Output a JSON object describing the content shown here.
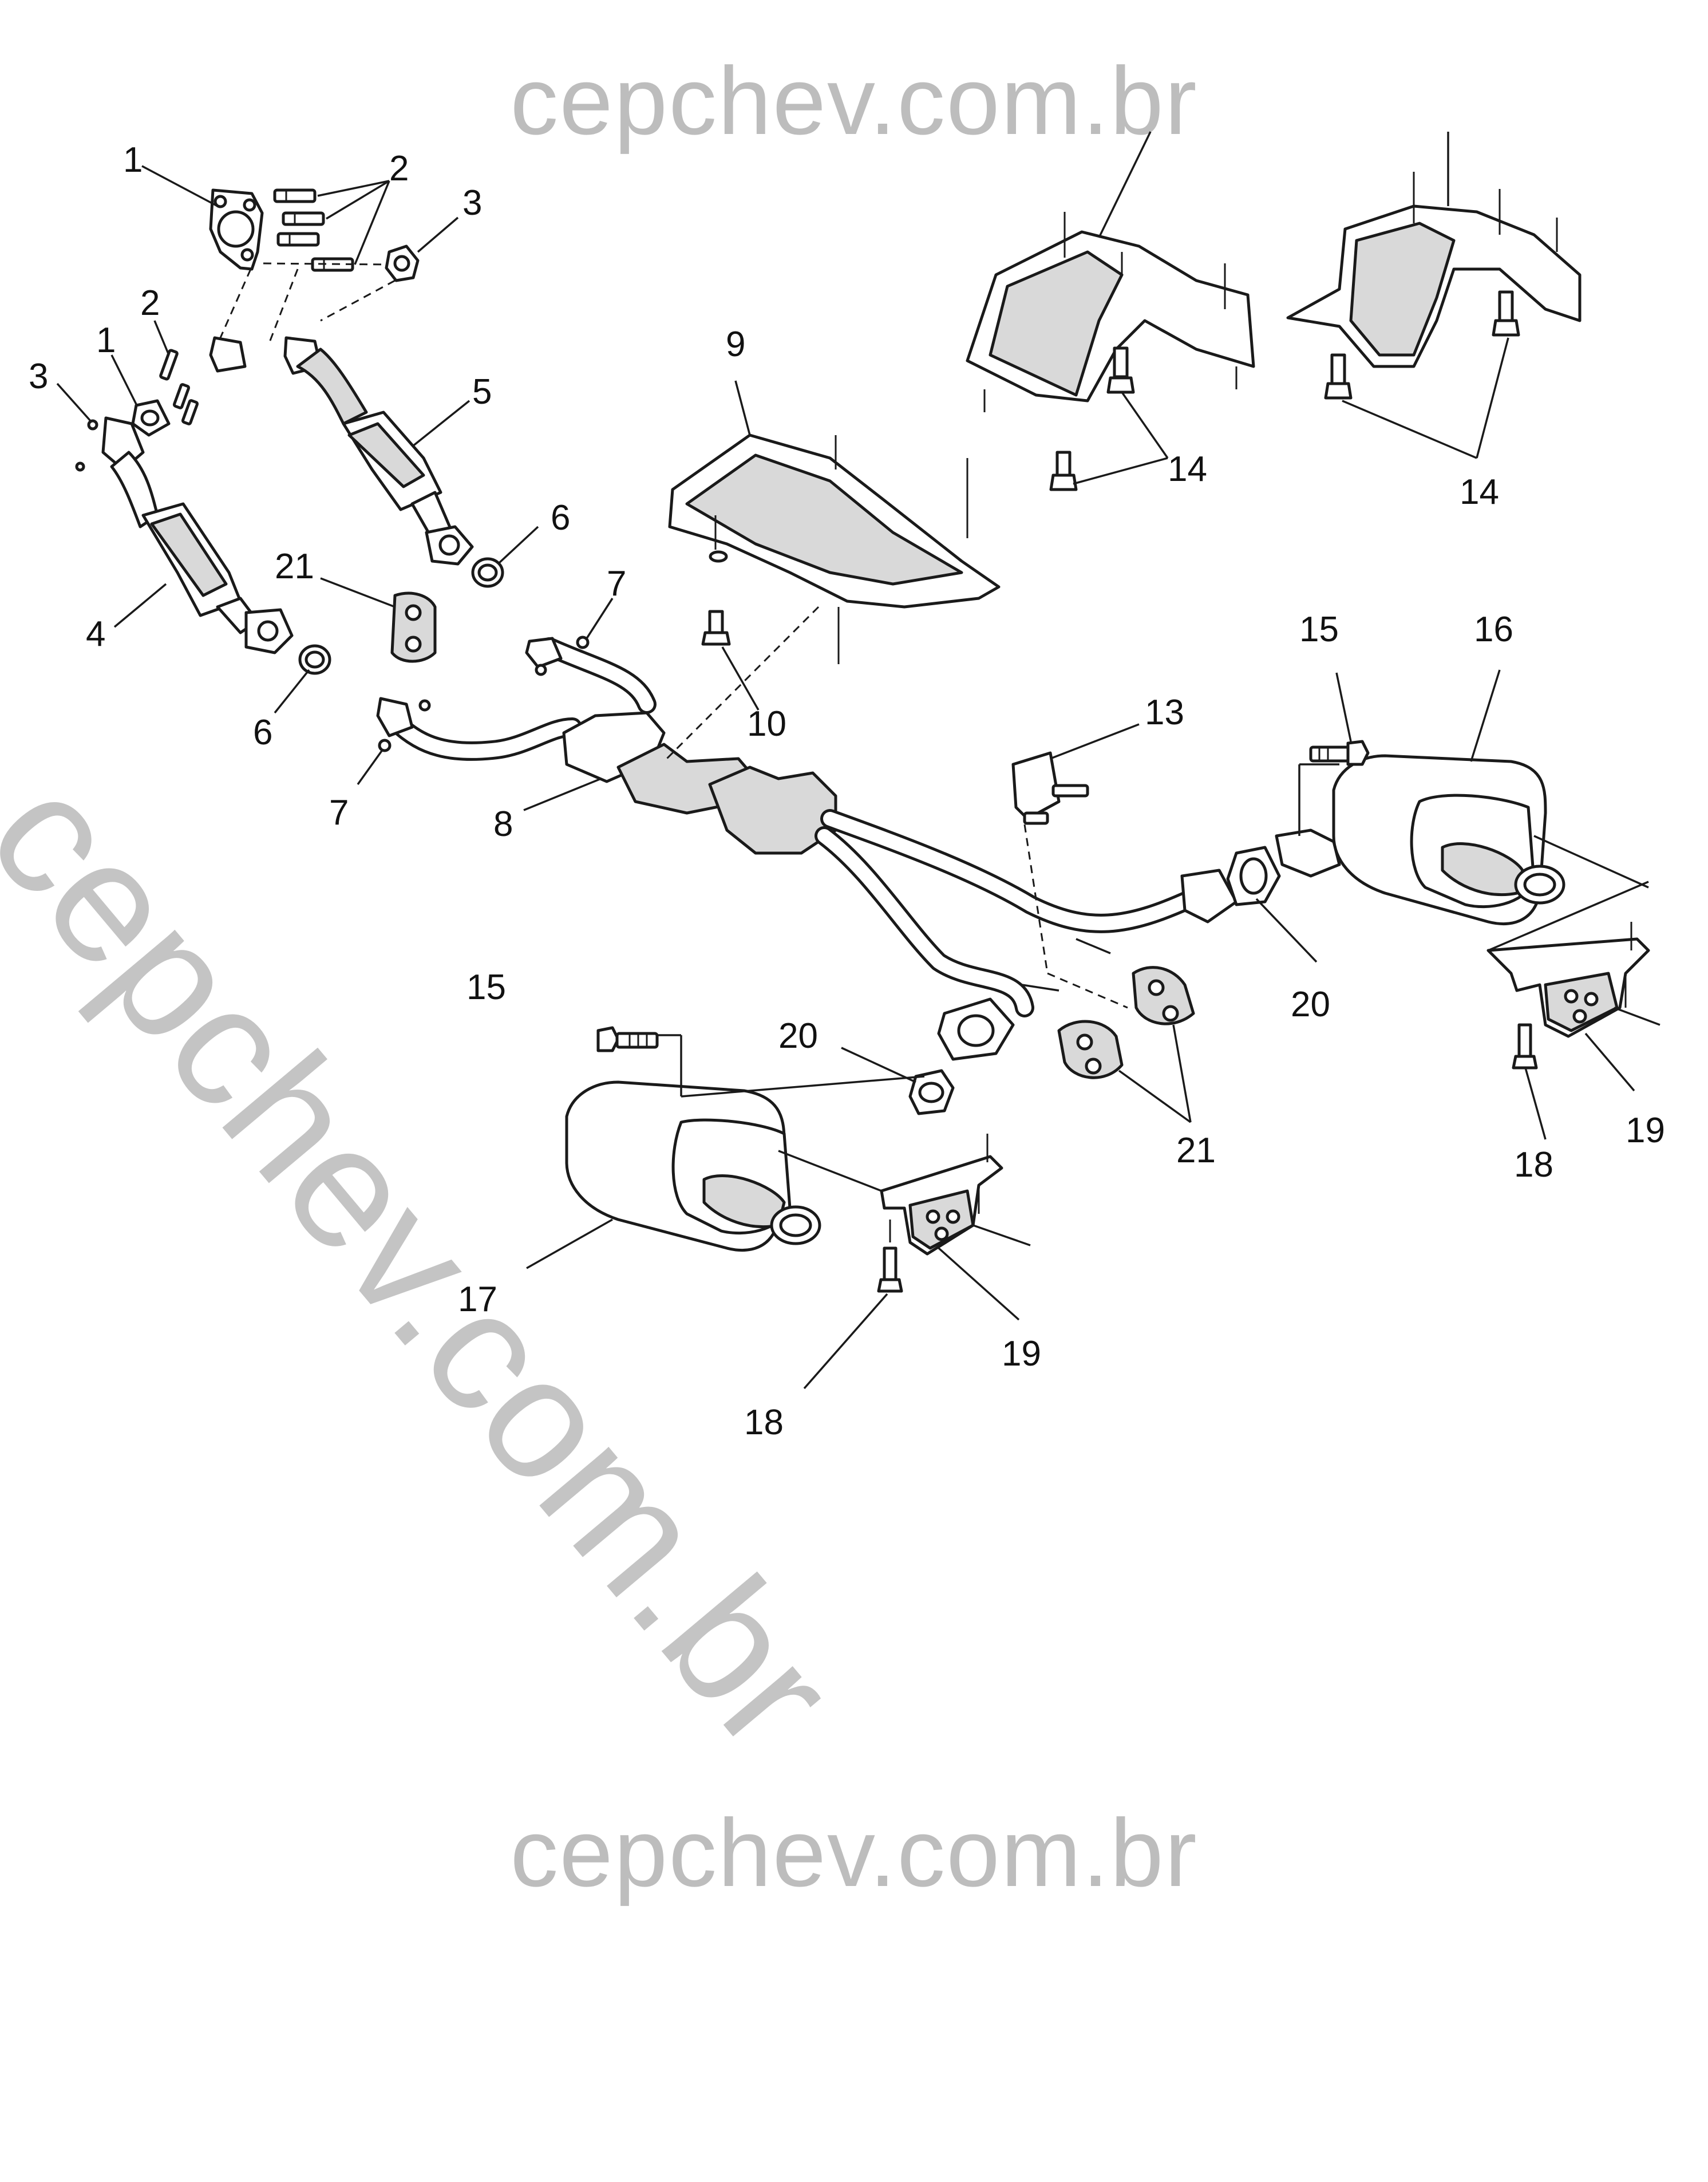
{
  "watermarks": {
    "top": "cepchev.com.br",
    "bottom": "cepchev.com.br",
    "diagonal": "cepchev.com.br"
  },
  "callouts": {
    "c1a": "1",
    "c1b": "1",
    "c2a": "2",
    "c2b": "2",
    "c3a": "3",
    "c3b": "3",
    "c4": "4",
    "c5": "5",
    "c6a": "6",
    "c6b": "6",
    "c7a": "7",
    "c7b": "7",
    "c8": "8",
    "c9": "9",
    "c10": "10",
    "c13": "13",
    "c14a": "14",
    "c14b": "14",
    "c15a": "15",
    "c15b": "15",
    "c16": "16",
    "c17": "17",
    "c18a": "18",
    "c18b": "18",
    "c19a": "19",
    "c19b": "19",
    "c20a": "20",
    "c20b": "20",
    "c21a": "21",
    "c21b": "21"
  }
}
